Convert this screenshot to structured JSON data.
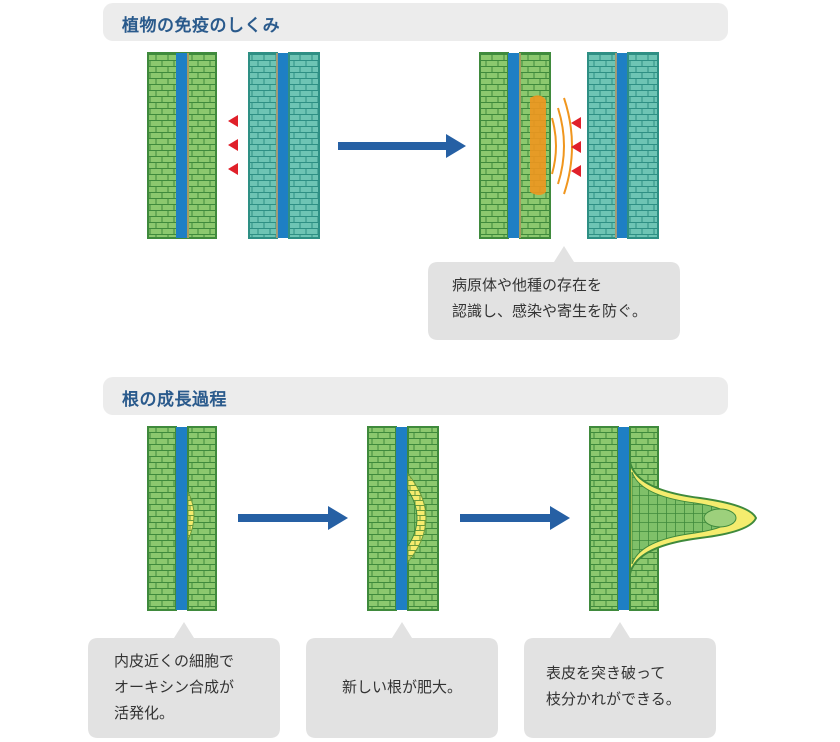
{
  "sections": {
    "immunity_title": "植物の免疫のしくみ",
    "growth_title": "根の成長過程"
  },
  "callouts": {
    "immunity": [
      "病原体や他種の存在を",
      "認識し、感染や寄生を防ぐ。"
    ],
    "step1": [
      "内皮近くの細胞で",
      "オーキシン合成が",
      "活発化。"
    ],
    "step2": [
      "新しい根が肥大。"
    ],
    "step3": [
      "表皮を突き破って",
      "枝分かれができる。"
    ]
  },
  "colors": {
    "bar_bg": "#ececec",
    "title_text": "#2a5a8c",
    "green_cells": "#8cc86e",
    "green_border": "#3f8a3c",
    "teal_cells": "#6ec4b4",
    "teal_border": "#2e8f84",
    "vascular_blue": "#1e7fc4",
    "arrow_blue": "#2660a4",
    "signal_red": "#e0202a",
    "signal_orange": "#f0961e",
    "yellow_cells": "#f5ec6e",
    "callout_bg": "#e2e2e2"
  }
}
